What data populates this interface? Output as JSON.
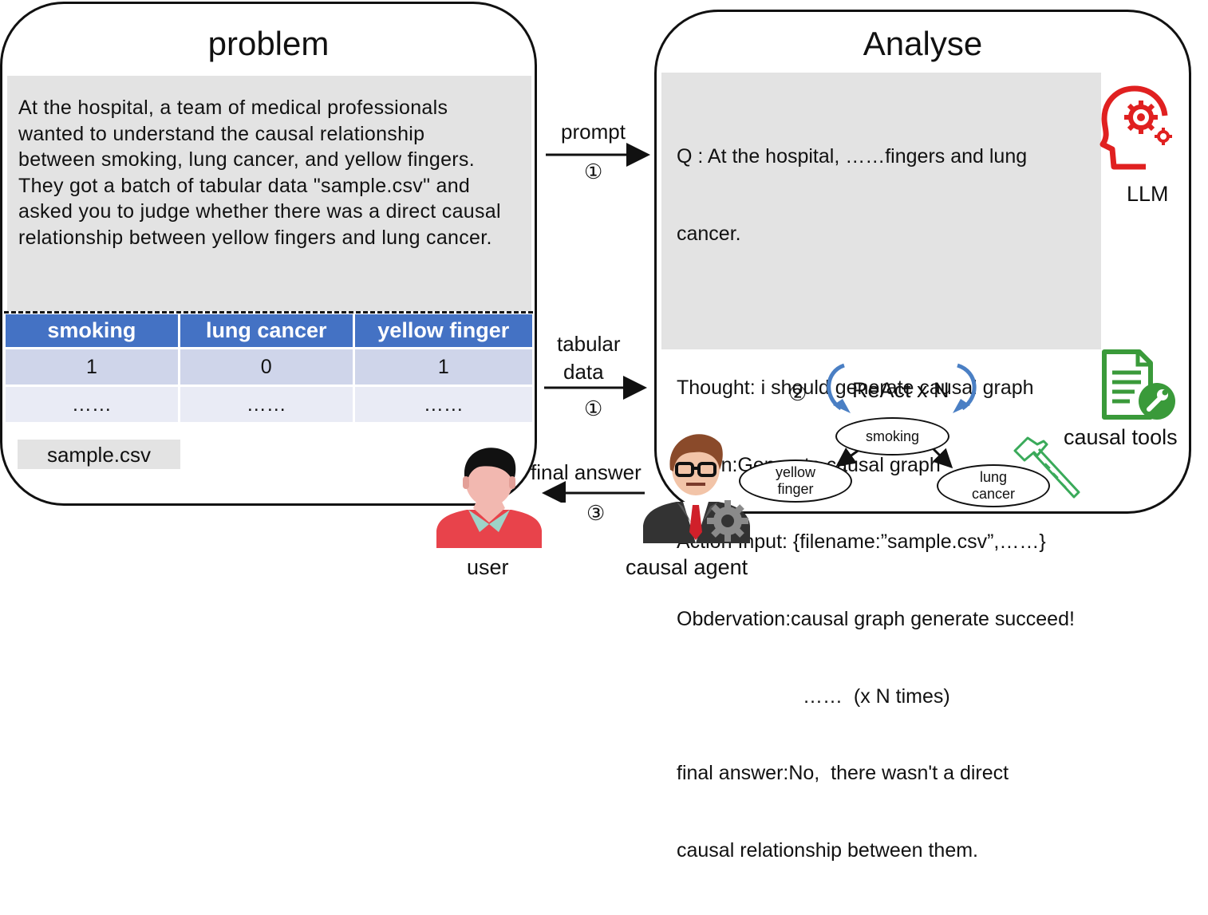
{
  "problem": {
    "title": "problem",
    "text_lines": [
      "At the hospital, a team of medical professionals",
      "wanted to understand the causal relationship",
      "between smoking, lung cancer, and yellow fingers.",
      "They got a batch of tabular data \"sample.csv\" and",
      "asked you to judge whether there was a direct causal",
      "relationship between yellow fingers and lung cancer."
    ],
    "table": {
      "headers": [
        "smoking",
        "lung cancer",
        "yellow finger"
      ],
      "rows": [
        [
          "1",
          "0",
          "1"
        ],
        [
          "……",
          "……",
          "……"
        ]
      ]
    },
    "file_label": "sample.csv"
  },
  "analyse": {
    "title": "Analyse",
    "lines": [
      "Q : At the hospital, ……fingers and lung",
      "cancer.",
      "",
      "Thought: i should generate causal graph",
      "Action:Generate causal graph",
      "Action Input: {filename:”sample.csv”,……}",
      "Obdervation:causal graph generate succeed!",
      "……  (x N times)",
      "final answer:No,  there wasn't a direct",
      "causal relationship between them."
    ],
    "llm_label": "LLM",
    "tools_label": "causal tools",
    "react_label": "ReAct x N",
    "react_step": "②",
    "graph_nodes": {
      "smoking": "smoking",
      "yellow_finger": "yellow finger",
      "lung_cancer": "lung cancer"
    }
  },
  "flows": {
    "prompt": {
      "label": "prompt",
      "step": "①"
    },
    "tabular": {
      "label_line1": "tabular",
      "label_line2": "data",
      "step": "①"
    },
    "final": {
      "label": "final answer",
      "step": "③"
    }
  },
  "actors": {
    "user": "user",
    "agent": "causal agent"
  },
  "colors": {
    "table_header": "#4472c4",
    "table_row1": "#cfd5ea",
    "table_row2": "#e9ebf5",
    "text_box": "#e3e3e3",
    "llm_icon": "#e02020",
    "tools_icon": "#3a9a3a",
    "react_arrows": "#4a7fc4"
  }
}
